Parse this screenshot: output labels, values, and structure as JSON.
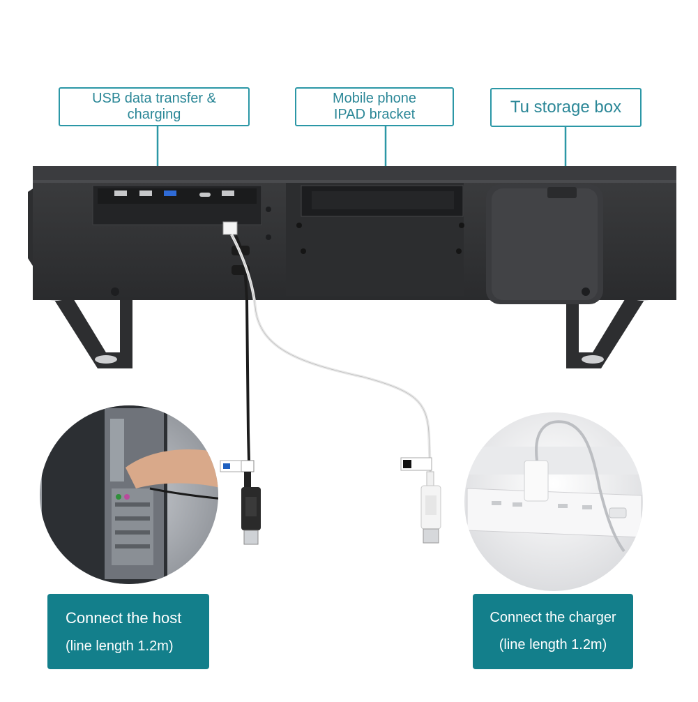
{
  "callouts": {
    "usb": {
      "line1": "USB data transfer &",
      "line2": "charging"
    },
    "phone": {
      "line1": "Mobile phone",
      "line2": "IPAD bracket"
    },
    "storage": {
      "line1": "Tu storage box"
    }
  },
  "host": {
    "title": "Connect the host",
    "subtitle": "(line length 1.2m)"
  },
  "charger": {
    "title": "Connect the charger",
    "subtitle": "(line length 1.2m)"
  },
  "colors": {
    "accent": "#2b97a6",
    "box_fill": "#137f8b",
    "stand": "#2e2f31",
    "cable_black": "#1c1c1c",
    "cable_white": "#f2f2f2"
  }
}
